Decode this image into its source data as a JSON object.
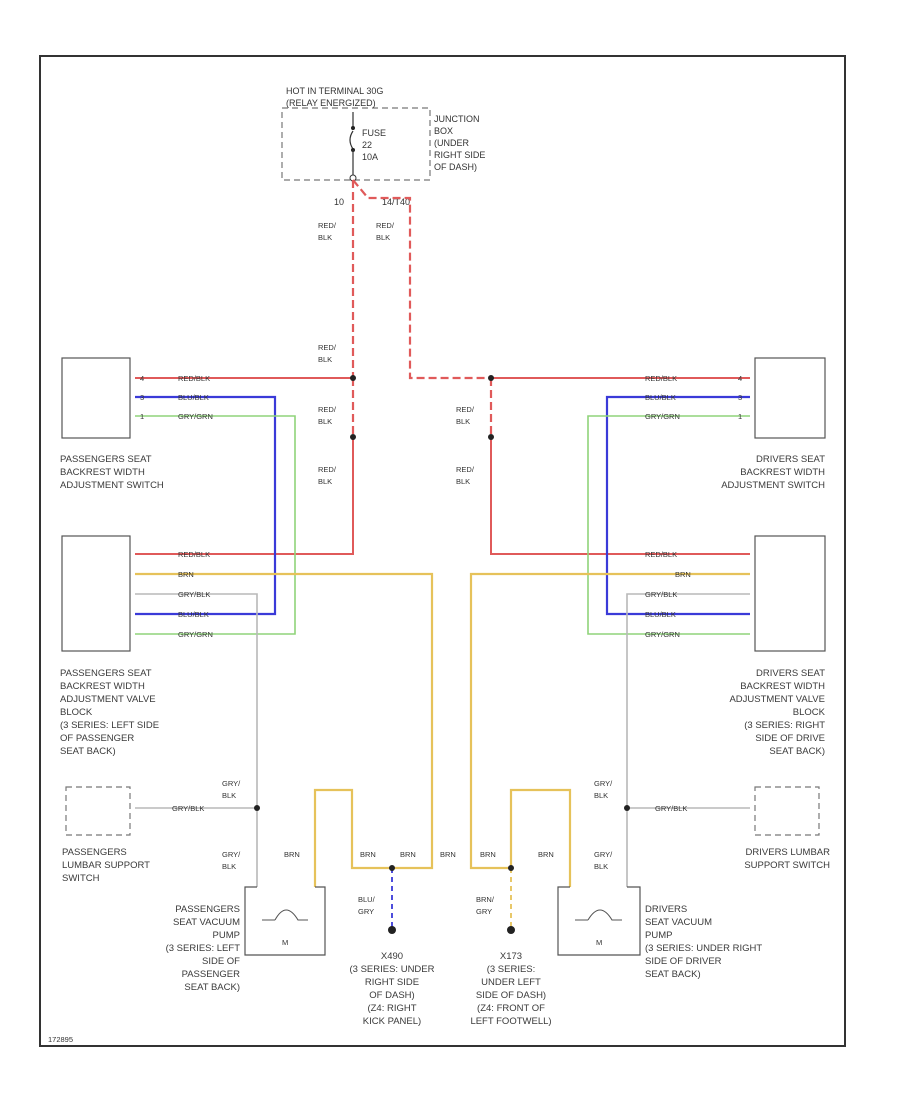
{
  "colors": {
    "red": "#e05a5a",
    "blue": "#3a3ad8",
    "green": "#8fd47a",
    "yellow": "#e6c25a",
    "gray": "#b8b8b8",
    "black": "#222222"
  },
  "power": {
    "header": [
      "HOT IN TERMINAL 30G",
      "(RELAY ENERGIZED)"
    ],
    "fuse": [
      "FUSE",
      "22",
      "10A"
    ],
    "location": [
      "JUNCTION",
      "BOX",
      "(UNDER",
      "RIGHT SIDE",
      "OF DASH)"
    ],
    "pin_left": "10",
    "pin_right": "14/T40",
    "wire_left": [
      "RED/",
      "BLK"
    ],
    "wire_right": [
      "RED/",
      "BLK"
    ]
  },
  "wires": {
    "red_blk_v": [
      "RED/",
      "BLK"
    ],
    "gry_blk_v": [
      "GRY/",
      "BLK"
    ],
    "brn_v": "BRN",
    "blu_gry": [
      "BLU/",
      "GRY"
    ],
    "brn_gry": [
      "BRN/",
      "GRY"
    ],
    "red_blk": "RED/BLK",
    "blu_blk": "BLU/BLK",
    "gry_grn": "GRY/GRN",
    "brn": "BRN",
    "gry_blk": "GRY/BLK"
  },
  "components": {
    "pass_switch": [
      "PASSENGERS SEAT",
      "BACKREST WIDTH",
      "ADJUSTMENT SWITCH"
    ],
    "drv_switch": [
      "DRIVERS SEAT",
      "BACKREST WIDTH",
      "ADJUSTMENT SWITCH"
    ],
    "pass_valve": [
      "PASSENGERS SEAT",
      "BACKREST WIDTH",
      "ADJUSTMENT VALVE",
      "BLOCK",
      "(3 SERIES: LEFT SIDE",
      "OF PASSENGER",
      "SEAT BACK)"
    ],
    "drv_valve": [
      "DRIVERS SEAT",
      "BACKREST WIDTH",
      "ADJUSTMENT VALVE",
      "BLOCK",
      "(3 SERIES: RIGHT",
      "SIDE OF DRIVE",
      "SEAT BACK)"
    ],
    "pass_lumbar": [
      "PASSENGERS",
      "LUMBAR SUPPORT",
      "SWITCH"
    ],
    "drv_lumbar": [
      "DRIVERS LUMBAR",
      "SUPPORT SWITCH"
    ],
    "pass_pump": [
      "PASSENGERS",
      "SEAT VACUUM",
      "PUMP",
      "(3 SERIES: LEFT",
      "SIDE OF",
      "PASSENGER",
      "SEAT BACK)"
    ],
    "drv_pump": [
      "DRIVERS",
      "SEAT VACUUM",
      "PUMP",
      "(3 SERIES: UNDER RIGHT",
      "SIDE OF DRIVER",
      "SEAT BACK)"
    ],
    "ground_1": [
      "X490",
      "(3 SERIES: UNDER",
      "RIGHT SIDE",
      "OF DASH)",
      "(Z4: RIGHT",
      "KICK PANEL)"
    ],
    "ground_2": [
      "X173",
      "(3 SERIES:",
      "UNDER LEFT",
      "SIDE OF DASH)",
      "(Z4: FRONT OF",
      "LEFT FOOTWELL)"
    ],
    "pump_motor": "M"
  },
  "footer": "172895"
}
